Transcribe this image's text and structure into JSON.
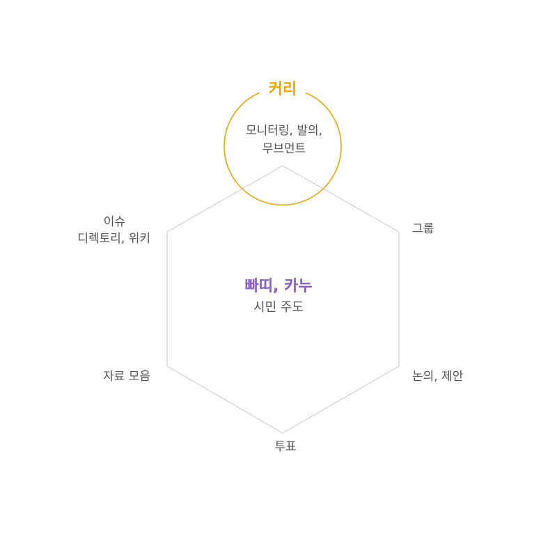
{
  "colors": {
    "accent_orange": "#f0a500",
    "accent_purple": "#8a5cc7",
    "hexagon_stroke": "#d6d6d6",
    "text": "#555555"
  },
  "top_circle": {
    "title": "커리",
    "line1": "모니터링, 발의,",
    "line2": "무브먼트"
  },
  "center": {
    "title": "빠띠, 카누",
    "subtitle": "시민 주도"
  },
  "nodes": {
    "upper_left_line1": "이슈",
    "upper_left_line2": "디렉토리, 위키",
    "upper_right": "그룹",
    "lower_left": "자료 모음",
    "lower_right": "논의, 제안",
    "bottom": "투표"
  }
}
